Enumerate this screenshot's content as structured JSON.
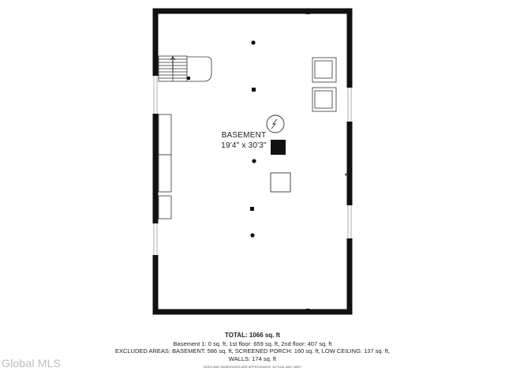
{
  "room": {
    "name": "BASEMENT",
    "dimensions": "19'4\" x 30'3\""
  },
  "summary": {
    "total": "TOTAL: 1066 sq. ft",
    "levels": "Basement 1: 0 sq. ft, 1st floor: 659 sq. ft, 2nd floor: 407 sq. ft",
    "excluded": "EXCLUDED AREAS: BASEMENT: 586 sq. ft, SCREENED PORCH: 160 sq. ft, LOW CEILING: 137 sq. ft,",
    "walls": "WALLS: 174 sq. ft",
    "disclaimer": "SIZES AND DIMENSIONS ARE APPROXIMATE, ACTUAL MAY VARY."
  },
  "watermark": "Global MLS",
  "colors": {
    "wall": "#111111",
    "window": "#c8c8c8",
    "watermark": "#bdbdbd"
  }
}
